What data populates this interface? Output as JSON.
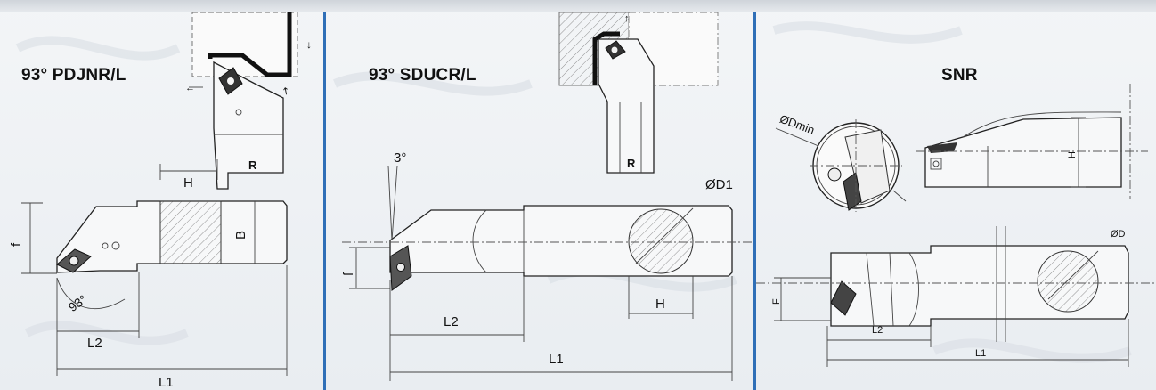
{
  "panels": [
    {
      "title": "93°  PDJNR/L",
      "labels": {
        "H": "H",
        "B": "B",
        "f": "f",
        "angle": "93°",
        "L2": "L2",
        "L1": "L1",
        "R": "R"
      }
    },
    {
      "title": "93°  SDUCR/L",
      "labels": {
        "angle": "3°",
        "D": "ØD1",
        "f": "f",
        "H": "H",
        "L2": "L2",
        "L1": "L1",
        "R": "R"
      }
    },
    {
      "title": "SNR",
      "labels": {
        "Dmin": "ØDmin",
        "H": "H",
        "D": "ØD",
        "F": "F",
        "L2": "L2",
        "L1": "L1"
      }
    }
  ],
  "colors": {
    "separator": "#2f6fb7",
    "background": "#eef1f4"
  }
}
